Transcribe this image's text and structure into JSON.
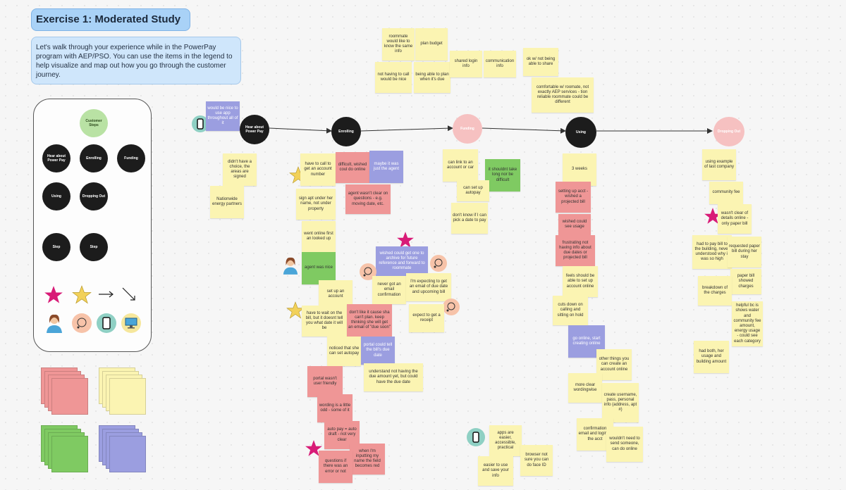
{
  "title": "Exercise 1: Moderated Study",
  "intro": "Let's walk through your experience while in the PowerPay program with AEP/PSO. You can use the items in the legend to help visualize and map out how you go through the customer journey.",
  "legend": {
    "customer_steps": "Customer Steps",
    "hear": "Hear about Power Pay",
    "enrolling": "Enrolling",
    "funding": "Funding",
    "using": "Using",
    "dropping": "Dropping Out",
    "step1": "Step",
    "step2": "Step"
  },
  "journey": {
    "hear": "Hear about Power Pay",
    "enrolling": "Enrolling",
    "funding": "Funding",
    "using": "Using",
    "dropping": "Dropping Out"
  },
  "notes": {
    "n1": "roommate would like to know the same info",
    "n2": "plan budget",
    "n3": "not having to call would be nice",
    "n4": "being able to plan when it's due",
    "n5": "shared login info",
    "n6": "communication info",
    "n7": "ok w/ not being able to share",
    "n8": "comfortable w/ roomate, not exactly AEP services - tion reliable roommate could be different",
    "n9": "would be nice to use app throughout all of it",
    "n10": "didn't have a choice, the areas are signed",
    "n11": "Nationwide energy partners",
    "n12": "have to call to get an account number",
    "n13": "difficult, wished coul do online",
    "n14": "maybe it was just the agent",
    "n15": "sign apt under her name, not under property",
    "n16": "agent wasn't clear on questions - e.g. moving date, etc.",
    "n17": "went online first an looked up",
    "n18": "agent was nice",
    "n19": "set up an account",
    "n20": "wished could get one to archive for future reference and forward to roommate",
    "n21": "never got an email confirmation",
    "n22": "I'm expecting to get an email of due date and upcoming bill",
    "n23": "have to wait on the bill, but it doesnt tell you what date it will be",
    "n24": "don't like it cause sha can't plan. keep thinking she will get an email of \"due soon\"",
    "n25": "expect to get a receipt",
    "n26": "noticed that she can set autopay",
    "n27": "portal could tell the bill's due date",
    "n28": "portal wasn't user friendly",
    "n29": "understand not having the due amount yet, but could have the due date",
    "n30": "wording is a little odd - some of it",
    "n31": "auto pay = auto draft - not very clear",
    "n32": "when I'm inputting my name the field becomes red",
    "n33": "questions if there was an error or not",
    "n34": "can link to an account or car",
    "n35": "it shouldnt take long nor be difficult",
    "n36": "can set up autopay",
    "n37": "don't know if I can pick a date to pay",
    "n38": "3 weeks",
    "n39": "setting up acct - wished a projected bill",
    "n40": "wished could see usage",
    "n41": "frustrating not having info about due dates or projected bill",
    "n42": "feels should be able to set up account online",
    "n43": "cuts down on calling and sitting on hold",
    "n44": "go online, start creating online",
    "n45": "other things you can create an account online",
    "n46": "more clear wordingwise",
    "n47": "create username, pass, personal info (address, apt #)",
    "n48": "confirmation email and login in the acct",
    "n49": "wouldn't need to send someone, can do online",
    "n50": "apps are easier, accessible, practical",
    "n51": "browser not sure you can do face ID",
    "n52": "easier to use and save your info",
    "n53": "using example of last company",
    "n54": "community fee",
    "n55": "wasn't clear of details online - only paper bill",
    "n56": "had to pay bill to the building, never understood why it was so high",
    "n57": "requested paper bill during her stay",
    "n58": "paper bill showed charges",
    "n59": "breakdown of the charges",
    "n60": "helpful bc is shows water and community fee amount, energy usage - could see each category",
    "n61": "had both, her usage and building amount"
  },
  "colors": {
    "yellow": "#fbf4b2",
    "red": "#ef9696",
    "green": "#7fca62",
    "purple": "#9b9ee0",
    "star_pink": "#d81b77",
    "star_yellow": "#f2d15a",
    "title_blue": "#a9d2f7"
  },
  "icons": [
    "phone-icon",
    "person-icon",
    "thought-bubble-icon",
    "desktop-icon",
    "star-icon",
    "arrow-icon"
  ]
}
